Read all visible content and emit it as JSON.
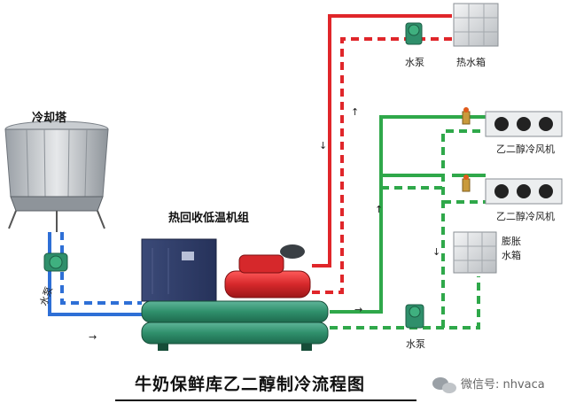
{
  "title": "牛奶保鲜库乙二醇制冷流程图",
  "watermark": "微信号: nhvaca",
  "labels": {
    "cooling_tower": "冷却塔",
    "unit": "热回收低温机组",
    "pump_top": "水泵",
    "hot_tank": "热水箱",
    "fan_unit_1": "乙二醇冷风机",
    "fan_unit_2": "乙二醇冷风机",
    "expansion_tank_line1": "膨胀",
    "expansion_tank_line2": "水箱",
    "pump_bottom": "水泵",
    "pump_left": "水泵"
  },
  "colors": {
    "hot_supply": "#e0262a",
    "hot_return": "#e0262a",
    "glycol": "#2fa84a",
    "cooling": "#2e6fd6",
    "equipment_green": "#2f8f6b",
    "compressor_red": "#d6282b"
  },
  "icons": [
    "cooling-tower-icon",
    "water-tank-icon",
    "pump-icon",
    "fan-coil-icon",
    "chiller-unit-icon",
    "wechat-icon"
  ]
}
